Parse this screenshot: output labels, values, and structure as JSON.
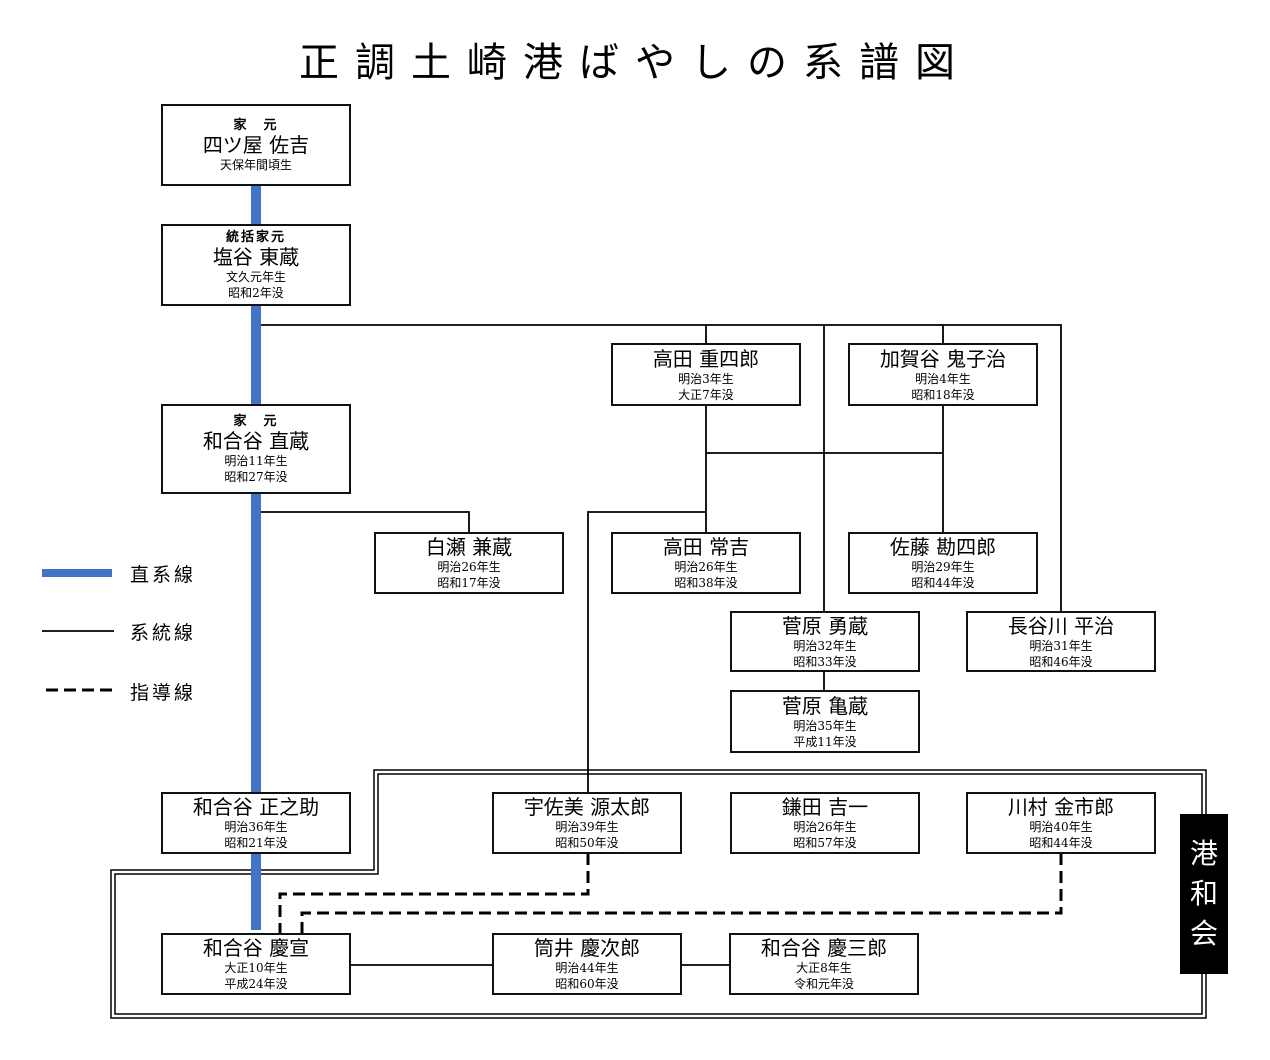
{
  "title": "正調土崎港ばやしの系譜図",
  "legend": {
    "direct": "直系線",
    "lineage": "系統線",
    "guidance": "指導線"
  },
  "colors": {
    "direct_line": "#4472c4",
    "line": "#000000",
    "group_label_bg": "#000000"
  },
  "group_label": [
    "港",
    "和",
    "会"
  ],
  "people": {
    "yotsuya": {
      "role": "家　元",
      "name": "四ツ屋 佐吉",
      "born": "天保年間頃生",
      "died": ""
    },
    "shioya": {
      "role": "統括家元",
      "name": "塩谷 東蔵",
      "born": "文久元年生",
      "died": "昭和2年没"
    },
    "naozo": {
      "role": "家　元",
      "name": "和合谷 直蔵",
      "born": "明治11年生",
      "died": "昭和27年没"
    },
    "shirase": {
      "name": "白瀬 兼蔵",
      "born": "明治26年生",
      "died": "昭和17年没"
    },
    "takada_j": {
      "name": "高田 重四郎",
      "born": "明治3年生",
      "died": "大正7年没"
    },
    "kagaya": {
      "name": "加賀谷 鬼子治",
      "born": "明治4年生",
      "died": "昭和18年没"
    },
    "takada_t": {
      "name": "高田 常吉",
      "born": "明治26年生",
      "died": "昭和38年没"
    },
    "sato": {
      "name": "佐藤 勘四郎",
      "born": "明治29年生",
      "died": "昭和44年没"
    },
    "sugawara_y": {
      "name": "菅原 勇蔵",
      "born": "明治32年生",
      "died": "昭和33年没"
    },
    "hasegawa": {
      "name": "長谷川 平治",
      "born": "明治31年生",
      "died": "昭和46年没"
    },
    "sugawara_k": {
      "name": "菅原 亀蔵",
      "born": "明治35年生",
      "died": "平成11年没"
    },
    "masanosuke": {
      "name": "和合谷 正之助",
      "born": "明治36年生",
      "died": "昭和21年没"
    },
    "usami": {
      "name": "宇佐美 源太郎",
      "born": "明治39年生",
      "died": "昭和50年没"
    },
    "kamata": {
      "name": "鎌田 吉一",
      "born": "明治26年生",
      "died": "昭和57年没"
    },
    "kawamura": {
      "name": "川村 金市郎",
      "born": "明治40年生",
      "died": "昭和44年没"
    },
    "yoshinobu": {
      "name": "和合谷 慶宣",
      "born": "大正10年生",
      "died": "平成24年没"
    },
    "tsutsui": {
      "name": "筒井 慶次郎",
      "born": "明治44年生",
      "died": "昭和60年没"
    },
    "keizaburo": {
      "name": "和合谷 慶三郎",
      "born": "大正8年生",
      "died": "令和元年没"
    }
  }
}
